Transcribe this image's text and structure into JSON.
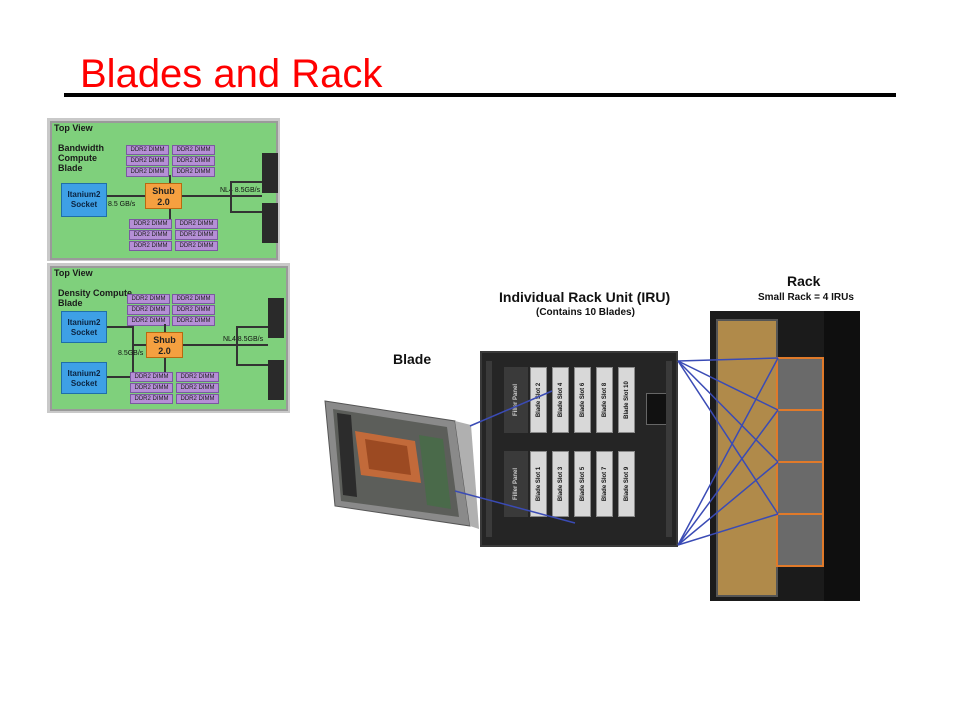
{
  "slide": {
    "title": "Blades and Rack"
  },
  "top_views": [
    {
      "heading": "Top View",
      "blade_label": [
        "Bandwidth",
        "Compute",
        "Blade"
      ],
      "sockets": [
        {
          "line1": "Itanium2",
          "line2": "Socket"
        }
      ],
      "shub": {
        "line1": "Shub",
        "line2": "2.0"
      },
      "link_left": "8.5 GB/s",
      "link_right": "NL4 8.5GB/s",
      "dimm_label": "DDR2 DIMM"
    },
    {
      "heading": "Top View",
      "blade_label": [
        "Density Compute",
        "Blade"
      ],
      "sockets": [
        {
          "line1": "Itanium2",
          "line2": "Socket"
        },
        {
          "line1": "Itanium2",
          "line2": "Socket"
        }
      ],
      "shub": {
        "line1": "Shub",
        "line2": "2.0"
      },
      "link_left": "8.5GB/s",
      "link_right": "NL4 8.5GB/s",
      "dimm_label": "DDR2 DIMM"
    }
  ],
  "photo": {
    "blade_label": "Blade",
    "iru_title": "Individual Rack Unit (IRU)",
    "iru_subtitle": "(Contains 10 Blades)",
    "rack_title": "Rack",
    "rack_subtitle": "Small Rack = 4 IRUs",
    "filler_panel": "Filler Panel",
    "upper_slots": [
      "Blade Slot 2",
      "Blade Slot 4",
      "Blade Slot 6",
      "Blade Slot 8",
      "Blade Slot 10"
    ],
    "lower_slots": [
      "Blade Slot 1",
      "Blade Slot 3",
      "Blade Slot 5",
      "Blade Slot 7",
      "Blade Slot 9"
    ]
  },
  "colors": {
    "title": "#ff0000",
    "blade_board": "#7fd07c",
    "dimm": "#b58fd6",
    "socket": "#3ea0e6",
    "shub": "#f5a040",
    "link_lines": "#3a4bb5",
    "rack_highlight": "#e07a2a"
  }
}
